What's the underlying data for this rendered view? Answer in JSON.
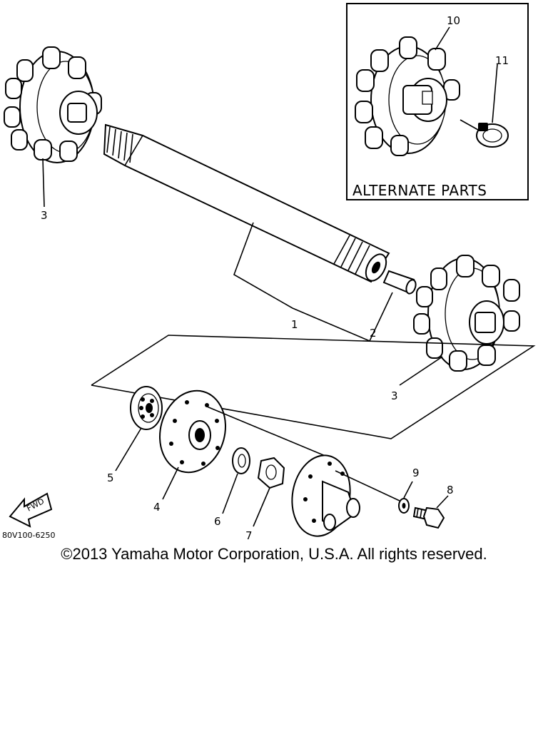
{
  "diagram": {
    "callouts": {
      "c1": "1",
      "c2": "2",
      "c3a": "3",
      "c3b": "3",
      "c4": "4",
      "c5": "5",
      "c6": "6",
      "c7": "7",
      "c8": "8",
      "c9": "9",
      "c10": "10",
      "c11": "11"
    },
    "alternate_parts_label": "ALTERNATE PARTS",
    "fwd_label": "FWD",
    "figure_code": "80V100-6250"
  },
  "footer": {
    "copyright": "©2013 Yamaha Motor Corporation, U.S.A. All rights reserved."
  }
}
